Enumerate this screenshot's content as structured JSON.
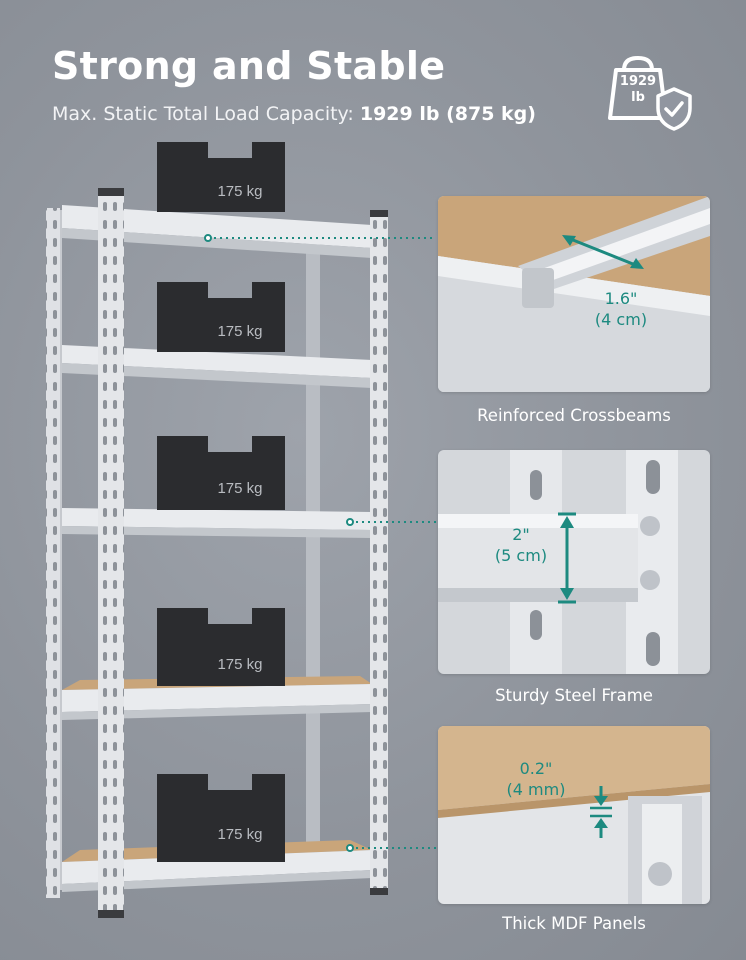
{
  "header": {
    "title": "Strong and Stable",
    "capacity_label": "Max. Static Total Load Capacity:",
    "capacity_value": "1929 lb (875 kg)"
  },
  "badge": {
    "line1": "1929",
    "line2": "lb",
    "icon": "shield-check-icon"
  },
  "weights": [
    {
      "label": "175 kg"
    },
    {
      "label": "175 kg"
    },
    {
      "label": "175 kg"
    },
    {
      "label": "175 kg"
    },
    {
      "label": "175 kg"
    }
  ],
  "details": [
    {
      "caption": "Reinforced Crossbeams",
      "dim_top": "1.6\"",
      "dim_bottom": "(4 cm)"
    },
    {
      "caption": "Sturdy Steel Frame",
      "dim_top": "2\"",
      "dim_bottom": "(5 cm)"
    },
    {
      "caption": "Thick MDF Panels",
      "dim_top": "0.2\"",
      "dim_bottom": "(4 mm)"
    }
  ],
  "colors": {
    "background": "#8f949c",
    "accent": "#1d8a80",
    "steel": "#d9dce0",
    "mdf": "#c9a57a",
    "weight": "#2b2c2f"
  }
}
